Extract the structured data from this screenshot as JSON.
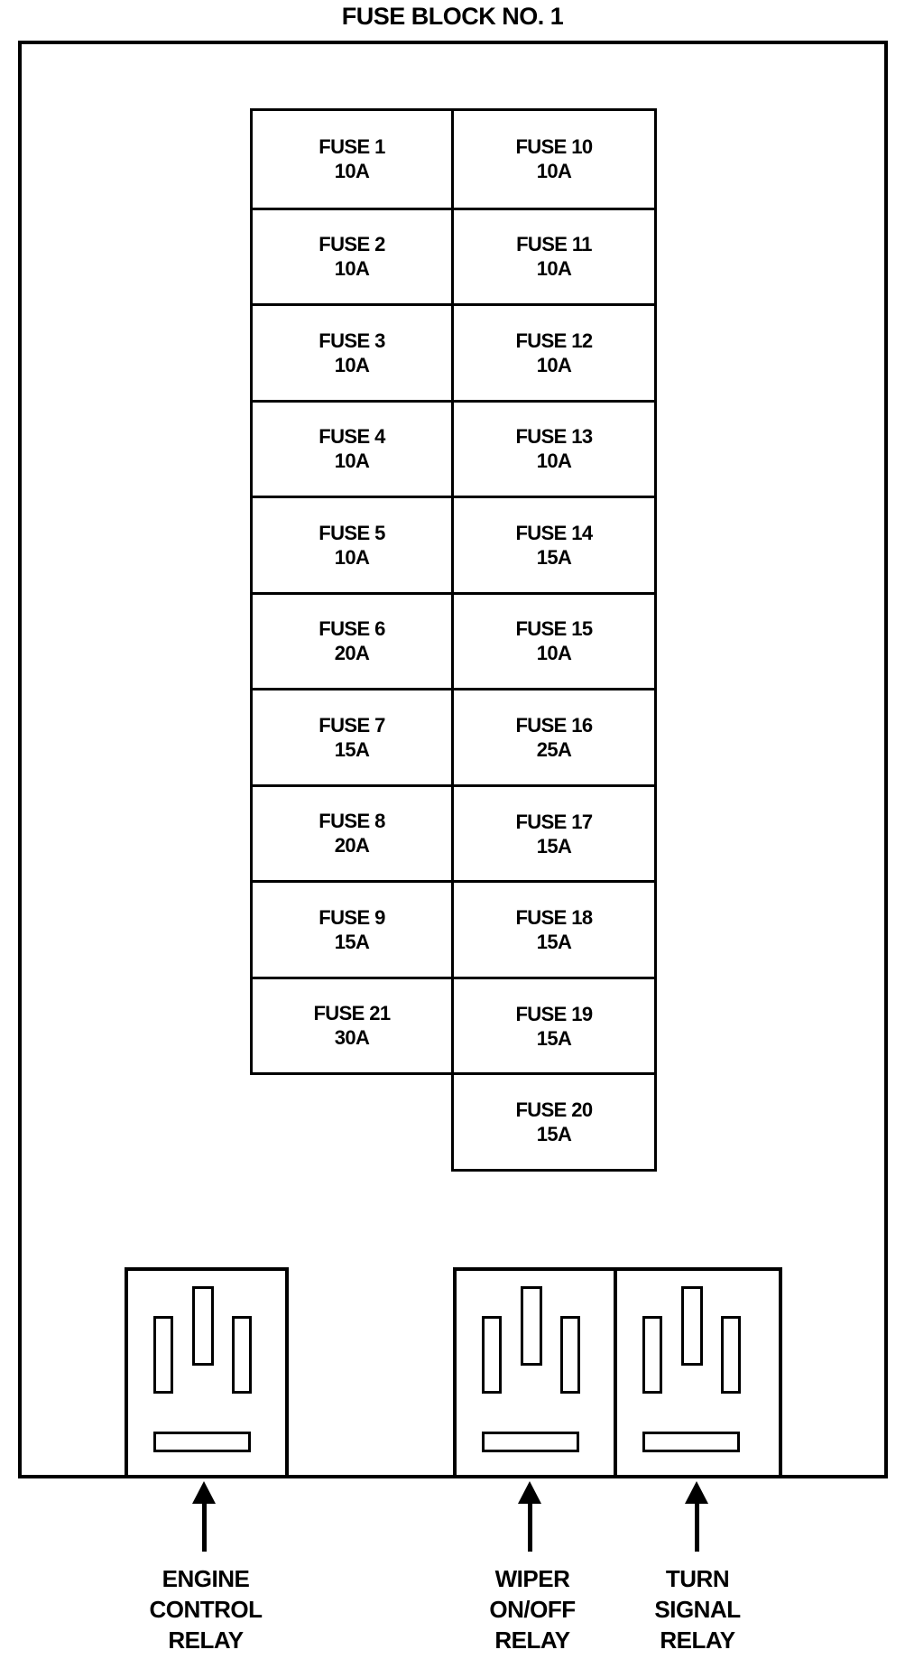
{
  "title": "FUSE BLOCK NO. 1",
  "colors": {
    "line": "#000000",
    "background": "#ffffff"
  },
  "fuse_columns": {
    "left": [
      {
        "label": "FUSE 1",
        "amps": "10A"
      },
      {
        "label": "FUSE 2",
        "amps": "10A"
      },
      {
        "label": "FUSE 3",
        "amps": "10A"
      },
      {
        "label": "FUSE 4",
        "amps": "10A"
      },
      {
        "label": "FUSE 5",
        "amps": "10A"
      },
      {
        "label": "FUSE 6",
        "amps": "20A"
      },
      {
        "label": "FUSE 7",
        "amps": "15A"
      },
      {
        "label": "FUSE 8",
        "amps": "20A"
      },
      {
        "label": "FUSE 9",
        "amps": "15A"
      },
      {
        "label": "FUSE 21",
        "amps": "30A"
      }
    ],
    "right": [
      {
        "label": "FUSE 10",
        "amps": "10A"
      },
      {
        "label": "FUSE 11",
        "amps": "10A"
      },
      {
        "label": "FUSE 12",
        "amps": "10A"
      },
      {
        "label": "FUSE 13",
        "amps": "10A"
      },
      {
        "label": "FUSE 14",
        "amps": "15A"
      },
      {
        "label": "FUSE 15",
        "amps": "10A"
      },
      {
        "label": "FUSE 16",
        "amps": "25A"
      },
      {
        "label": "FUSE 17",
        "amps": "15A"
      },
      {
        "label": "FUSE 18",
        "amps": "15A"
      },
      {
        "label": "FUSE 19",
        "amps": "15A"
      },
      {
        "label": "FUSE 20",
        "amps": "15A"
      }
    ]
  },
  "relays": [
    {
      "label": "ENGINE\nCONTROL\nRELAY"
    },
    {
      "label": "WIPER\nON/OFF\nRELAY"
    },
    {
      "label": "TURN\nSIGNAL\nRELAY"
    }
  ]
}
